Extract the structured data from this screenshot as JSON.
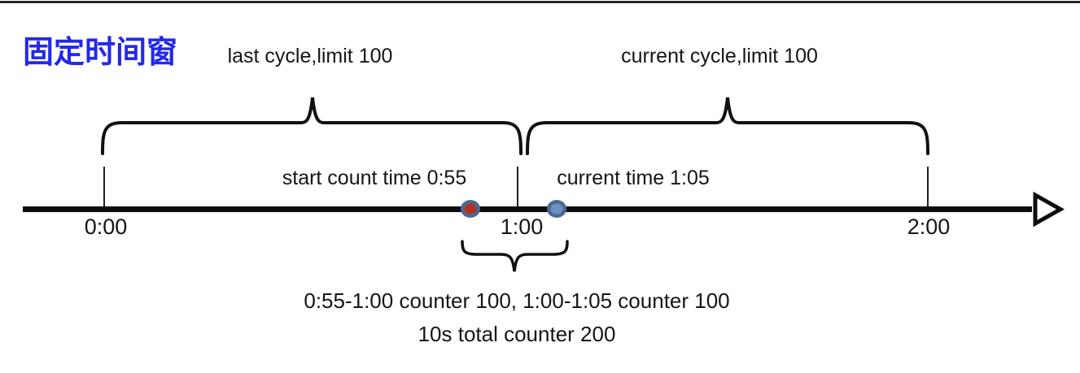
{
  "title": {
    "text": "固定时间窗",
    "color": "#2329e8"
  },
  "cycles": {
    "last": {
      "label": "last cycle,limit 100"
    },
    "current": {
      "label": "current cycle,limit 100"
    }
  },
  "timeline": {
    "tick_labels": [
      "0:00",
      "1:00",
      "2:00"
    ],
    "color": "#0d0d0d"
  },
  "markers": {
    "ring_color": "#4a6a94",
    "start_count": {
      "label": "start count time 0:55",
      "color": "#b03322"
    },
    "current_time": {
      "label": "current time 1:05",
      "color": "#6e8fbe"
    }
  },
  "summary": {
    "line1": "0:55-1:00 counter 100, 1:00-1:05 counter 100",
    "line2": "10s total counter 200"
  }
}
